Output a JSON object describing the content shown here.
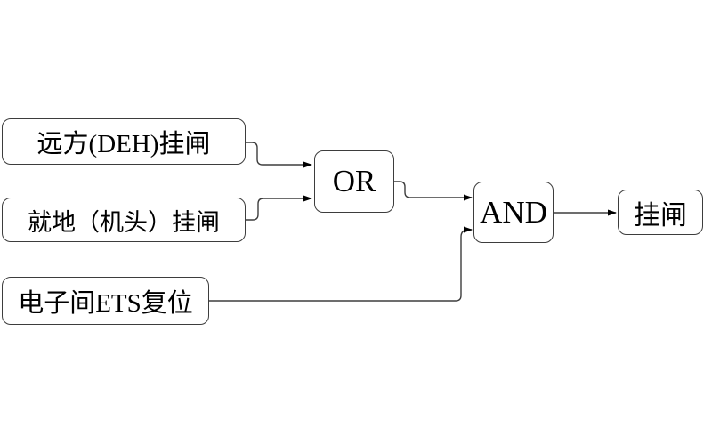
{
  "diagram": {
    "type": "logic-flow-diagram",
    "background_color": "#ffffff",
    "line_color": "#3d3d3d",
    "text_color": "#000000",
    "nodes": {
      "input1": {
        "label": "远方(DEH)挂闸"
      },
      "input2": {
        "label": "就地（机头）挂闸"
      },
      "input3": {
        "label": "电子间ETS复位"
      },
      "or_gate": {
        "label": "OR"
      },
      "and_gate": {
        "label": "AND"
      },
      "output": {
        "label": "挂闸"
      }
    },
    "edges": [
      {
        "from": "input1",
        "to": "or_gate"
      },
      {
        "from": "input2",
        "to": "or_gate"
      },
      {
        "from": "or_gate",
        "to": "and_gate"
      },
      {
        "from": "input3",
        "to": "and_gate"
      },
      {
        "from": "and_gate",
        "to": "output"
      }
    ]
  }
}
